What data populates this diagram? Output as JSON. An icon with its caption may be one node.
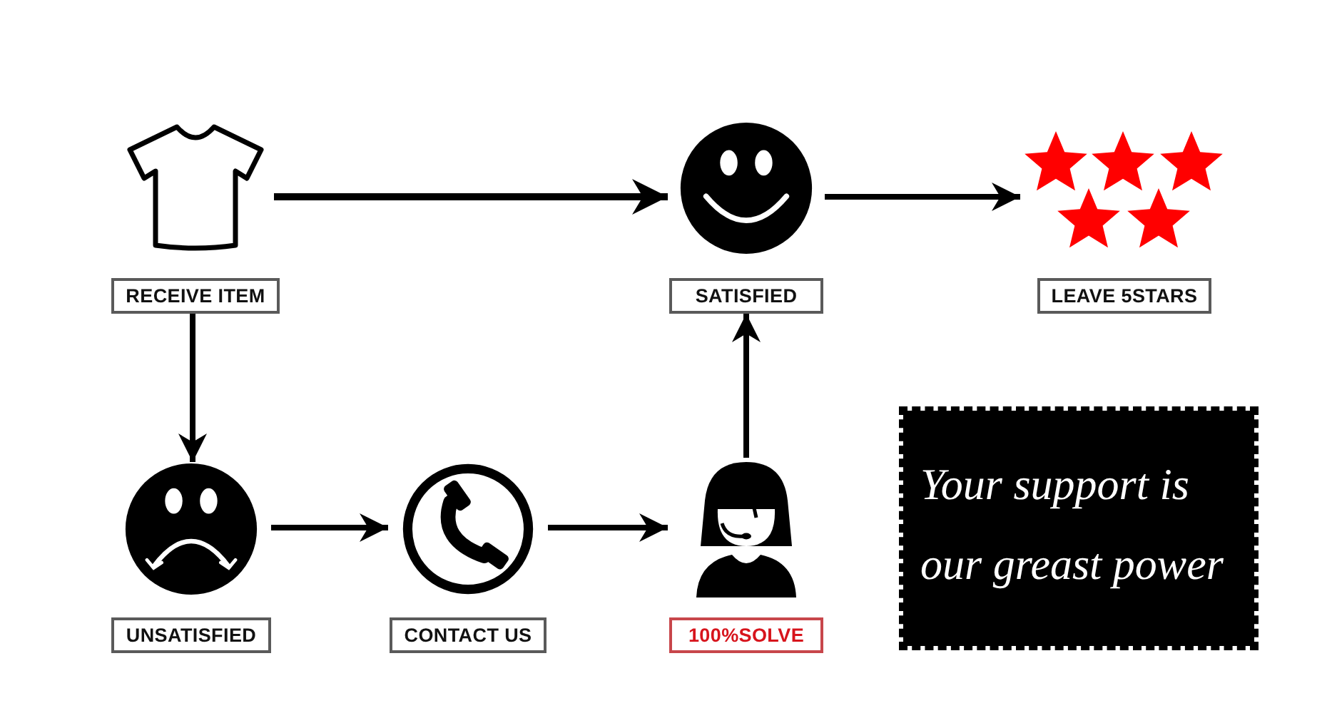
{
  "diagram": {
    "nodes": [
      {
        "text": [
          "RECEIVE ITEM"
        ]
      },
      {
        "text": [
          "SATISFIED"
        ]
      },
      {
        "text": [
          "LEAVE 5STARS"
        ]
      },
      {
        "text": [
          "UNSATISFIED"
        ]
      },
      {
        "text": [
          "CONTACT US"
        ]
      },
      {
        "text": [
          "100%SOLVE"
        ]
      },
      {
        "text": [
          "Your support is our greast power"
        ]
      }
    ],
    "edges": [
      {
        "from": 0,
        "to": 1,
        "arrow": "to"
      },
      {
        "from": 1,
        "to": 2,
        "arrow": "to"
      },
      {
        "from": 0,
        "to": 3,
        "arrow": "to"
      },
      {
        "from": 3,
        "to": 4,
        "arrow": "to"
      },
      {
        "from": 4,
        "to": 5,
        "arrow": "to"
      },
      {
        "from": 5,
        "to": 1,
        "arrow": "to"
      }
    ]
  }
}
